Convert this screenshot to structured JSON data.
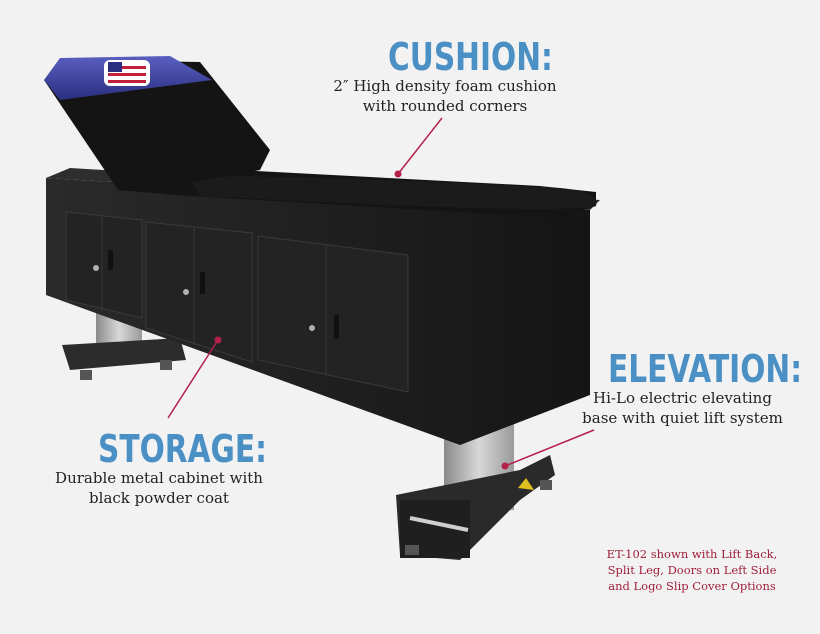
{
  "cushion": {
    "title": "CUSHION:",
    "line1": "2″ High density foam cushion",
    "line2": "with rounded corners"
  },
  "elevation": {
    "title": "ELEVATION:",
    "line1": "Hi-Lo electric elevating",
    "line2": "base with quiet lift system"
  },
  "storage": {
    "title": "STORAGE:",
    "line1": "Durable metal cabinet with",
    "line2": "black powder coat"
  },
  "note": {
    "line1": "ET-102 shown with Lift Back,",
    "line2": "Split Leg, Doors on Left Side",
    "line3": "and Logo Slip Cover Options"
  },
  "colors": {
    "heading": "#4a90c4",
    "callout_line": "#b5204a",
    "note_text": "#a0203a",
    "cabinet": "#1e1e1e",
    "cushion": "#141414",
    "headrest_cover": "#3a3f9e"
  }
}
